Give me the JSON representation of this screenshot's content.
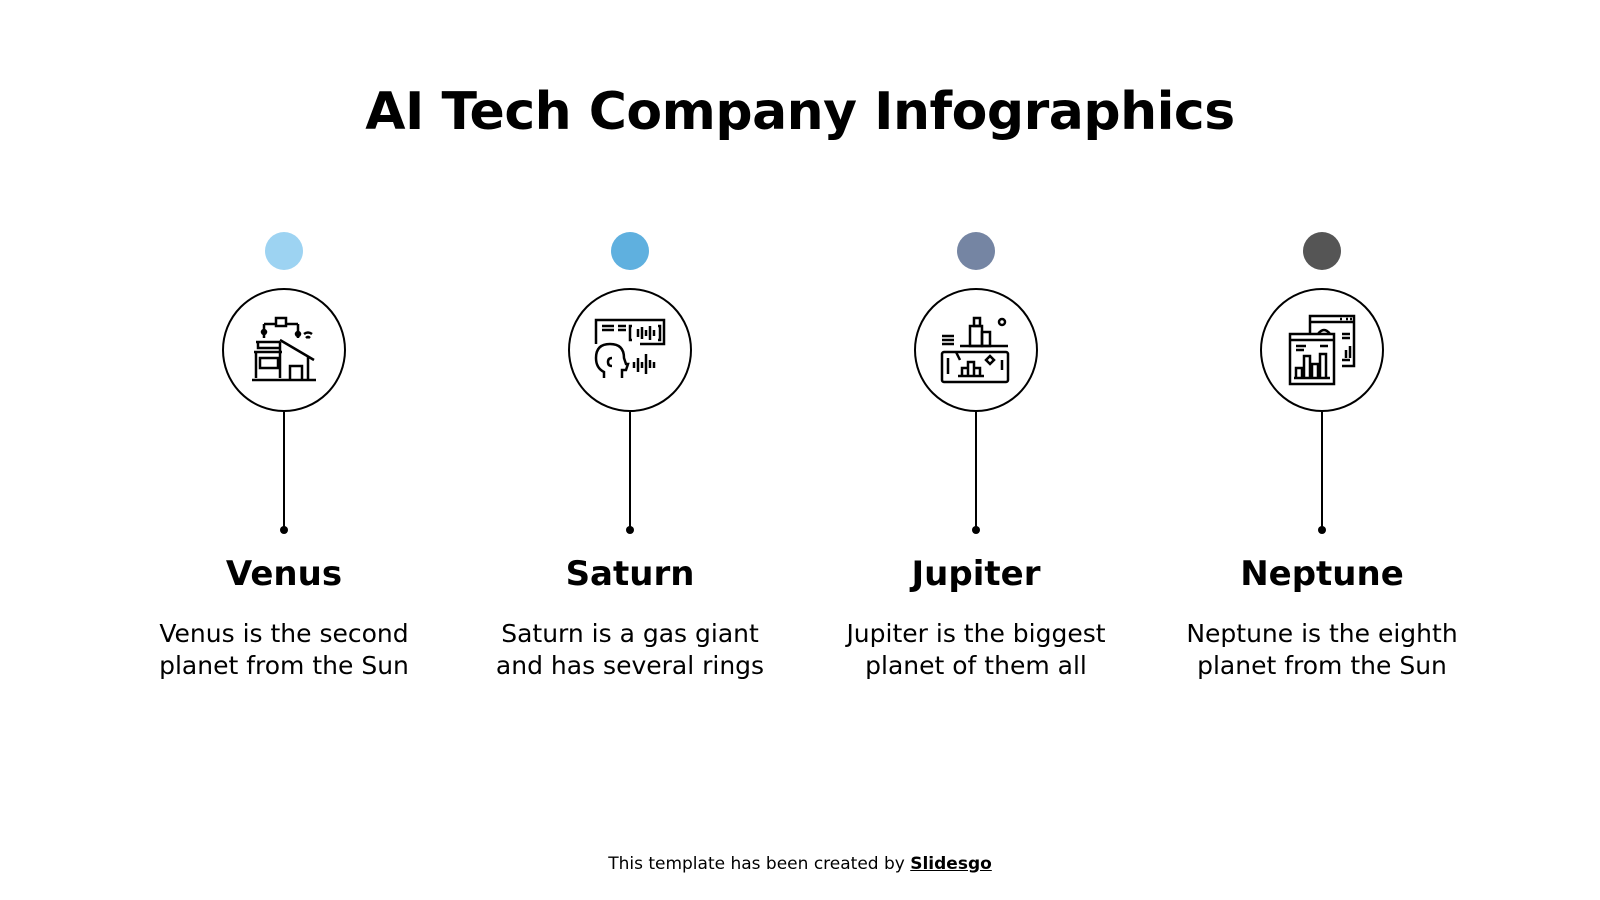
{
  "title": "AI Tech Company Infographics",
  "items": [
    {
      "name": "Venus",
      "description": "Venus is the second planet from the Sun",
      "color": "#9dd3f2",
      "icon": "smart-home-icon"
    },
    {
      "name": "Saturn",
      "description": "Saturn is a gas giant and has several rings",
      "color": "#5fb0df",
      "icon": "voice-recognition-icon"
    },
    {
      "name": "Jupiter",
      "description": "Jupiter is the biggest planet of them all",
      "color": "#7585a3",
      "icon": "smart-city-icon"
    },
    {
      "name": "Neptune",
      "description": "Neptune is the eighth planet from the Sun",
      "color": "#555555",
      "icon": "data-analytics-icon"
    }
  ],
  "footer": {
    "text": "This template has been created by ",
    "brand": "Slidesgo"
  }
}
